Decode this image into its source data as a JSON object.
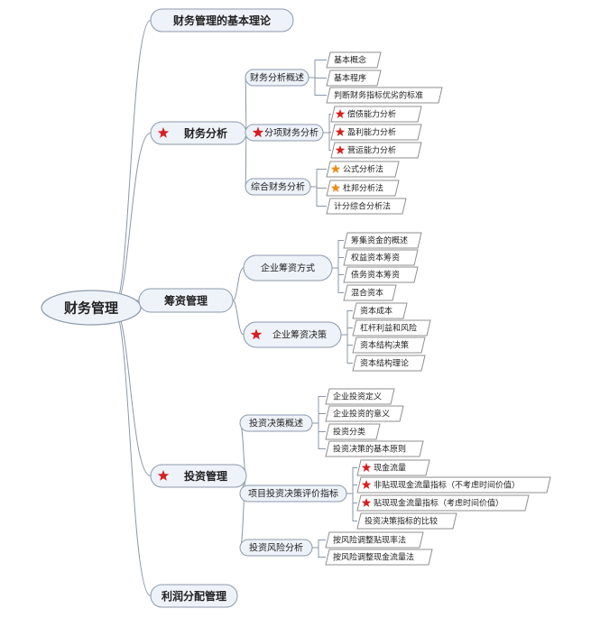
{
  "root": {
    "label": "财务管理"
  },
  "branches": [
    {
      "label": "财务管理的基本理论",
      "star": false,
      "children": []
    },
    {
      "label": "财务分析",
      "star": "red",
      "children": [
        {
          "label": "财务分析概述",
          "star": false,
          "children": [
            {
              "label": "基本概念",
              "star": false
            },
            {
              "label": "基本程序",
              "star": false
            },
            {
              "label": "判断财务指标优劣的标准",
              "star": false
            }
          ]
        },
        {
          "label": "分项财务分析",
          "star": "red",
          "children": [
            {
              "label": "偿债能力分析",
              "star": "red"
            },
            {
              "label": "盈利能力分析",
              "star": "red"
            },
            {
              "label": "营运能力分析",
              "star": "red"
            }
          ]
        },
        {
          "label": "综合财务分析",
          "star": false,
          "children": [
            {
              "label": "公式分析法",
              "star": "orange"
            },
            {
              "label": "杜邦分析法",
              "star": "orange"
            },
            {
              "label": "计分综合分析法",
              "star": false
            }
          ]
        }
      ]
    },
    {
      "label": "筹资管理",
      "star": false,
      "children": [
        {
          "label": "企业筹资方式",
          "star": false,
          "children": [
            {
              "label": "筹集资金的概述",
              "star": false
            },
            {
              "label": "权益资本筹资",
              "star": false
            },
            {
              "label": "债务资本筹资",
              "star": false
            },
            {
              "label": "混合资本",
              "star": false
            }
          ]
        },
        {
          "label": "企业筹资决策",
          "star": "red",
          "children": [
            {
              "label": "资本成本",
              "star": false
            },
            {
              "label": "杠杆利益和风险",
              "star": false
            },
            {
              "label": "资本结构决策",
              "star": false
            },
            {
              "label": "资本结构理论",
              "star": false
            }
          ]
        }
      ]
    },
    {
      "label": "投资管理",
      "star": "red",
      "children": [
        {
          "label": "投资决策概述",
          "star": false,
          "children": [
            {
              "label": "企业投资定义",
              "star": false
            },
            {
              "label": "企业投资的意义",
              "star": false
            },
            {
              "label": "投资分类",
              "star": false
            },
            {
              "label": "投资决策的基本原则",
              "star": false
            }
          ]
        },
        {
          "label": "项目投资决策评价指标",
          "star": false,
          "children": [
            {
              "label": "现金流量",
              "star": "red"
            },
            {
              "label": "非贴现现金流量指标（不考虑时间价值）",
              "star": "red"
            },
            {
              "label": "贴现现金流量指标（考虑时间价值）",
              "star": "red"
            },
            {
              "label": "投资决策指标的比较",
              "star": false
            }
          ]
        },
        {
          "label": "投资风险分析",
          "star": false,
          "children": [
            {
              "label": "按风险调整贴现率法",
              "star": false
            },
            {
              "label": "按风险调整现金流量法",
              "star": false
            }
          ]
        }
      ]
    },
    {
      "label": "利润分配管理",
      "star": false,
      "children": []
    }
  ],
  "colors": {
    "line": "#8a97a6",
    "node_fill": "#eef3fa",
    "node_stroke": "#8c9aab",
    "leaf_stroke": "#8f8f8f",
    "star_red": "#d81e1e",
    "star_orange": "#f08a1a"
  }
}
